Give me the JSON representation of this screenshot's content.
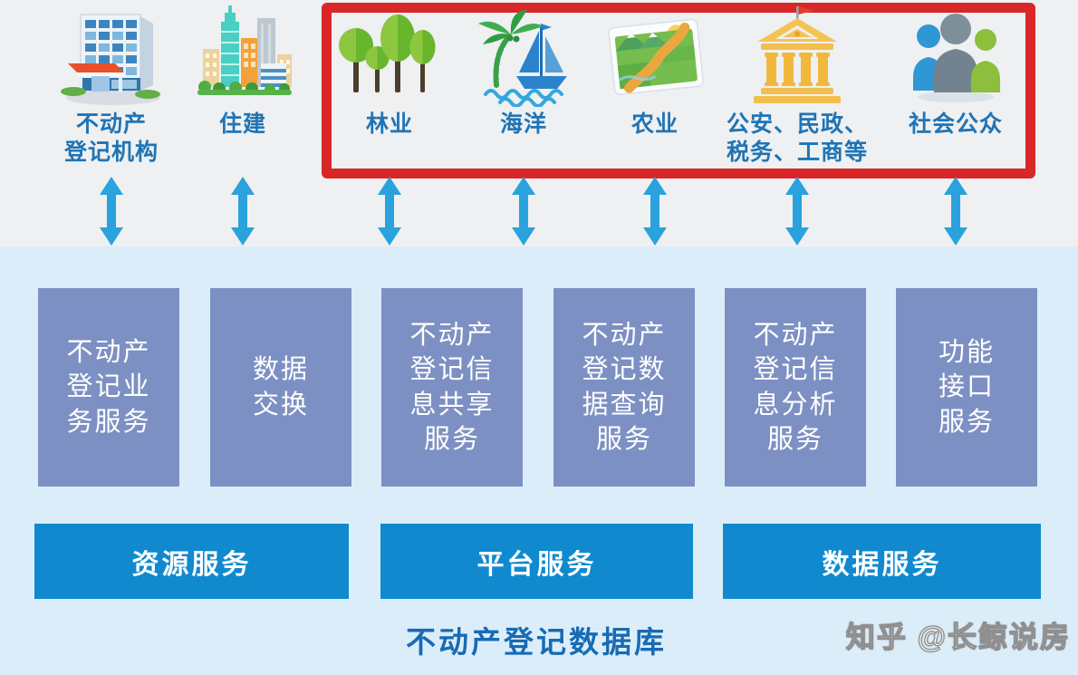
{
  "entities": [
    {
      "icon": "office-building-icon",
      "label": "不动产登记机构",
      "label_lines": [
        "不动产",
        "登记机构"
      ],
      "highlighted": false
    },
    {
      "icon": "city-buildings-icon",
      "label": "住建",
      "label_lines": [
        "住建"
      ],
      "highlighted": false
    },
    {
      "icon": "trees-icon",
      "label": "林业",
      "label_lines": [
        "林业"
      ],
      "highlighted": true
    },
    {
      "icon": "palm-sailboat-icon",
      "label": "海洋",
      "label_lines": [
        "海洋"
      ],
      "highlighted": true
    },
    {
      "icon": "farmland-map-icon",
      "label": "农业",
      "label_lines": [
        "农业"
      ],
      "highlighted": true
    },
    {
      "icon": "government-building-icon",
      "label": "公安、民政、税务、工商等",
      "label_lines": [
        "公安、民政、",
        "税务、工商等"
      ],
      "highlighted": true
    },
    {
      "icon": "people-group-icon",
      "label": "社会公众",
      "label_lines": [
        "社会公众"
      ],
      "highlighted": true
    }
  ],
  "service_boxes": [
    {
      "label": "不动产登记业务服务",
      "lines": [
        "不动产",
        "登记业",
        "务服务"
      ]
    },
    {
      "label": "数据交换",
      "lines": [
        "数据",
        "交换"
      ]
    },
    {
      "label": "不动产登记信息共享服务",
      "lines": [
        "不动产",
        "登记信",
        "息共享",
        "服务"
      ]
    },
    {
      "label": "不动产登记数据查询服务",
      "lines": [
        "不动产",
        "登记数",
        "据查询",
        "服务"
      ]
    },
    {
      "label": "不动产登记信息分析服务",
      "lines": [
        "不动产",
        "登记信",
        "息分析",
        "服务"
      ]
    },
    {
      "label": "功能接口服务",
      "lines": [
        "功能",
        "接口",
        "服务"
      ]
    }
  ],
  "service_bars": [
    {
      "label": "资源服务"
    },
    {
      "label": "平台服务"
    },
    {
      "label": "数据服务"
    }
  ],
  "database_label": "不动产登记数据库",
  "watermark": "知乎 @长鲸说房",
  "colors": {
    "background_top": "#eef0f2",
    "background_panel": "#dcedfa",
    "highlight_frame_red": "#d92627",
    "arrow_blue": "#2aa2dd",
    "entity_label_blue": "#2074b4",
    "service_box_purple": "#7d90c3",
    "service_bar_blue": "#1089cf",
    "database_title_blue": "#186bb4"
  }
}
